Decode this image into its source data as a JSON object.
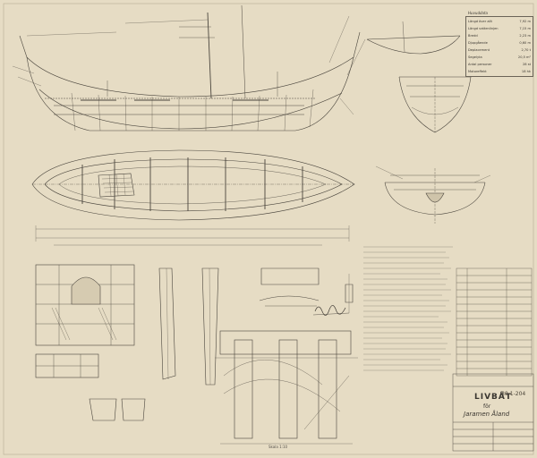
{
  "drawing": {
    "title": "LIVBÅT",
    "subtitle": "för",
    "vessel_name": "Jaramen Åland",
    "drawing_number": "80-1-204",
    "scale_note": "Skala 1:10",
    "paper_color": "#e6dcc4",
    "ink_color": "#3a3630"
  },
  "main_particulars": {
    "heading": "Huvuddata",
    "rows": [
      {
        "label": "Längd över allt",
        "value": "7,92 m"
      },
      {
        "label": "Längd vattenlinjen",
        "value": "7,15 m"
      },
      {
        "label": "Bredd",
        "value": "2,23 m"
      },
      {
        "label": "Djupgående",
        "value": "0,60 m"
      },
      {
        "label": "Deplacement",
        "value": "2,70 t"
      },
      {
        "label": "Segelyta",
        "value": "20,5 m²"
      },
      {
        "label": "Antal personer",
        "value": "28 st"
      },
      {
        "label": "Motoreffekt",
        "value": "18 hk"
      }
    ]
  },
  "icons": {
    "stamp": "signature-stamp-icon"
  }
}
